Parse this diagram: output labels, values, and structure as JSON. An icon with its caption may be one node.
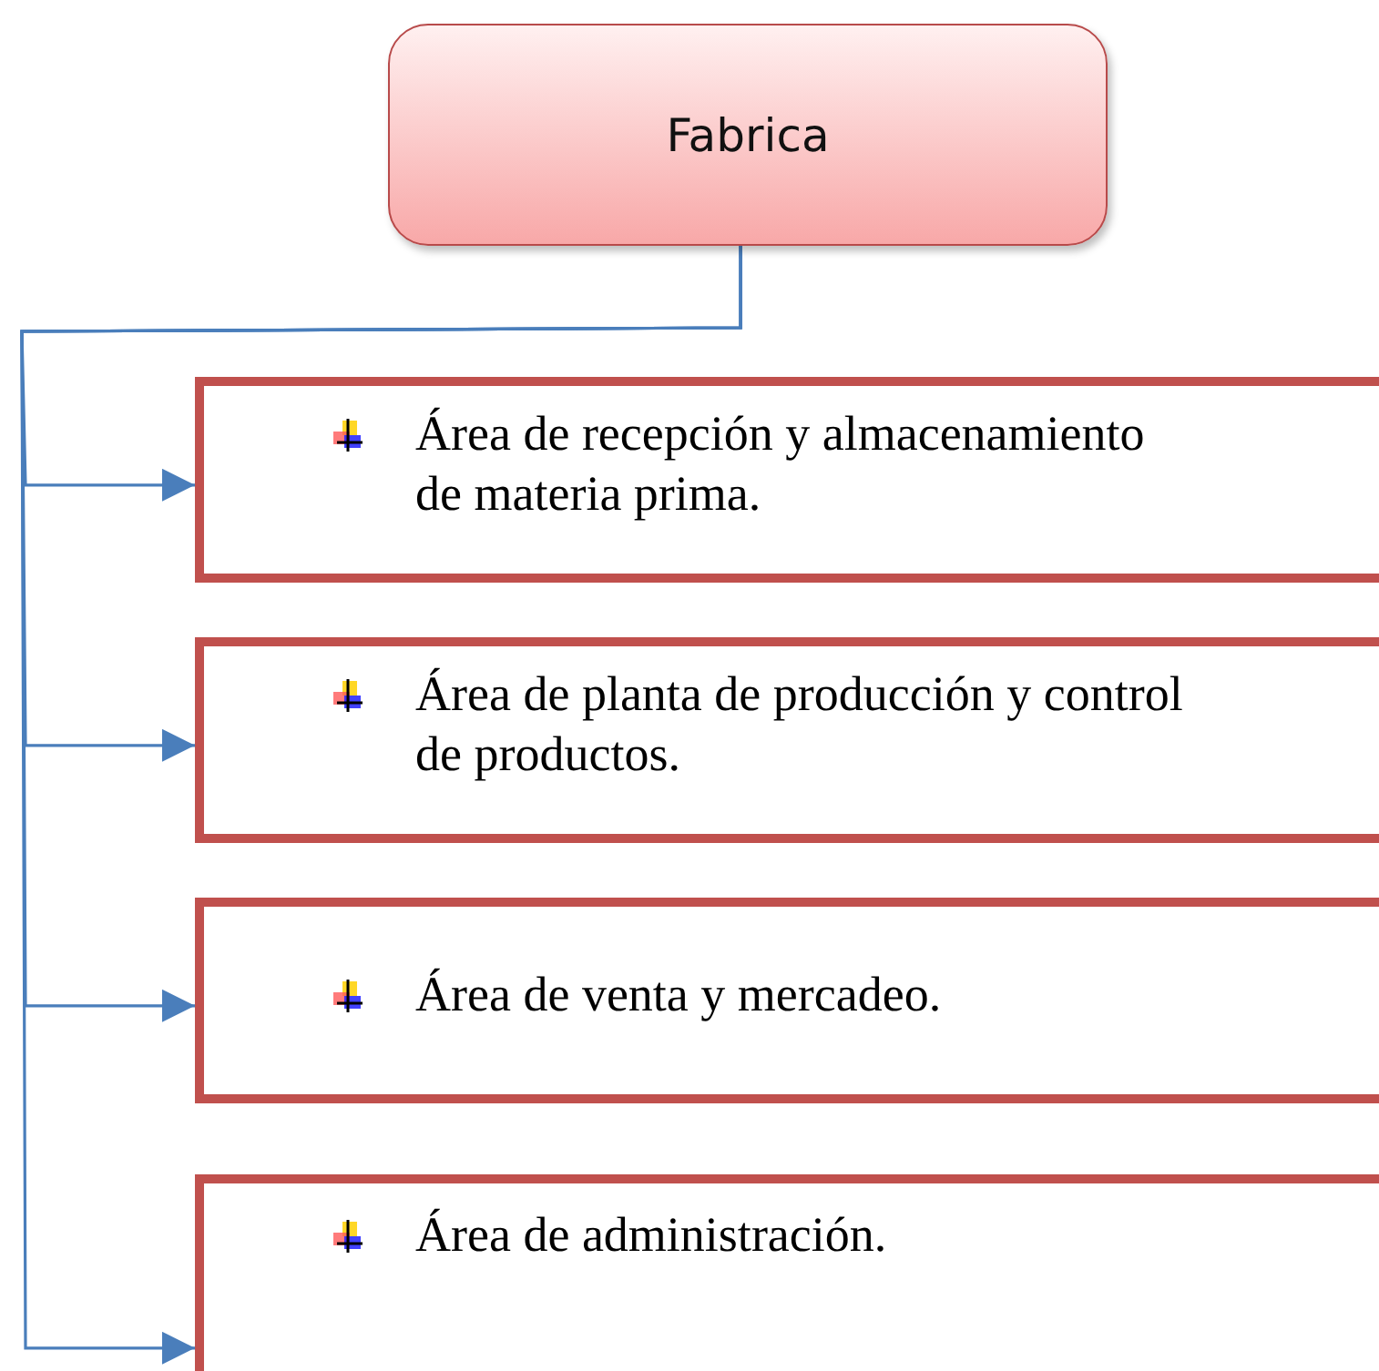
{
  "diagram": {
    "nodes": [
      {
        "text": [
          "Fabrica"
        ]
      },
      {
        "text": [
          "Área de recepción y almacenamiento de materia prima."
        ]
      },
      {
        "text": [
          "Área de planta de producción y control de productos."
        ]
      },
      {
        "text": [
          "Área de venta y mercadeo."
        ]
      },
      {
        "text": [
          "Área de administración."
        ]
      }
    ],
    "edges": [
      {
        "from": 0,
        "to": 1,
        "arrow": "to"
      },
      {
        "from": 0,
        "to": 2,
        "arrow": "to"
      },
      {
        "from": 0,
        "to": 3,
        "arrow": "to"
      },
      {
        "from": 0,
        "to": 4,
        "arrow": "to"
      }
    ]
  }
}
